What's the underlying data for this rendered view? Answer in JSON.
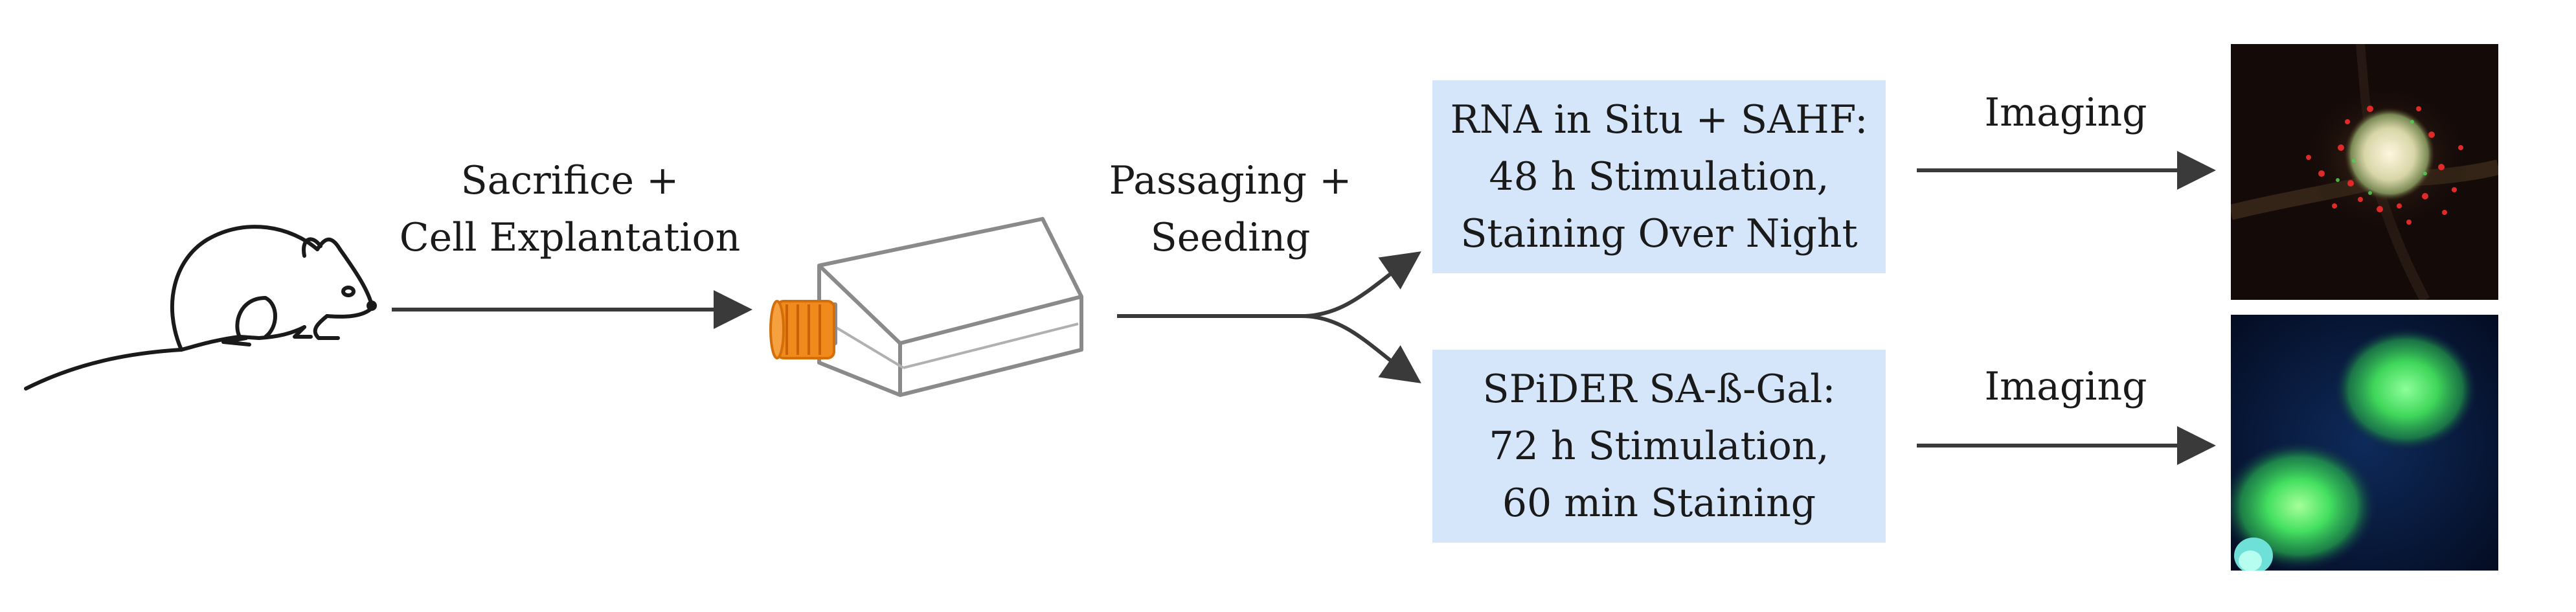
{
  "steps": {
    "sacrifice": [
      "Sacrifice +",
      "Cell Explantation"
    ],
    "passaging": [
      "Passaging +",
      "Seeding"
    ]
  },
  "branches": {
    "top": {
      "lines": [
        "RNA in Situ + SAHF:",
        "48 h Stimulation,",
        "Staining Over Night"
      ],
      "imaging_label": "Imaging",
      "image_icon": "fluorescence-micrograph-red-green-cell"
    },
    "bottom": {
      "lines": [
        "SPiDER SA-ß-Gal:",
        "72 h Stimulation,",
        "60 min Staining"
      ],
      "imaging_label": "Imaging",
      "image_icon": "fluorescence-micrograph-green-cells"
    }
  },
  "icons": {
    "animal": "mouse-icon",
    "flask": "cell-culture-flask-icon"
  },
  "colors": {
    "box_fill": "#d6e6fa",
    "arrow": "#3a3a3a",
    "flask_cap": "#f08a1c",
    "flask_body": "#8a8a8a"
  }
}
